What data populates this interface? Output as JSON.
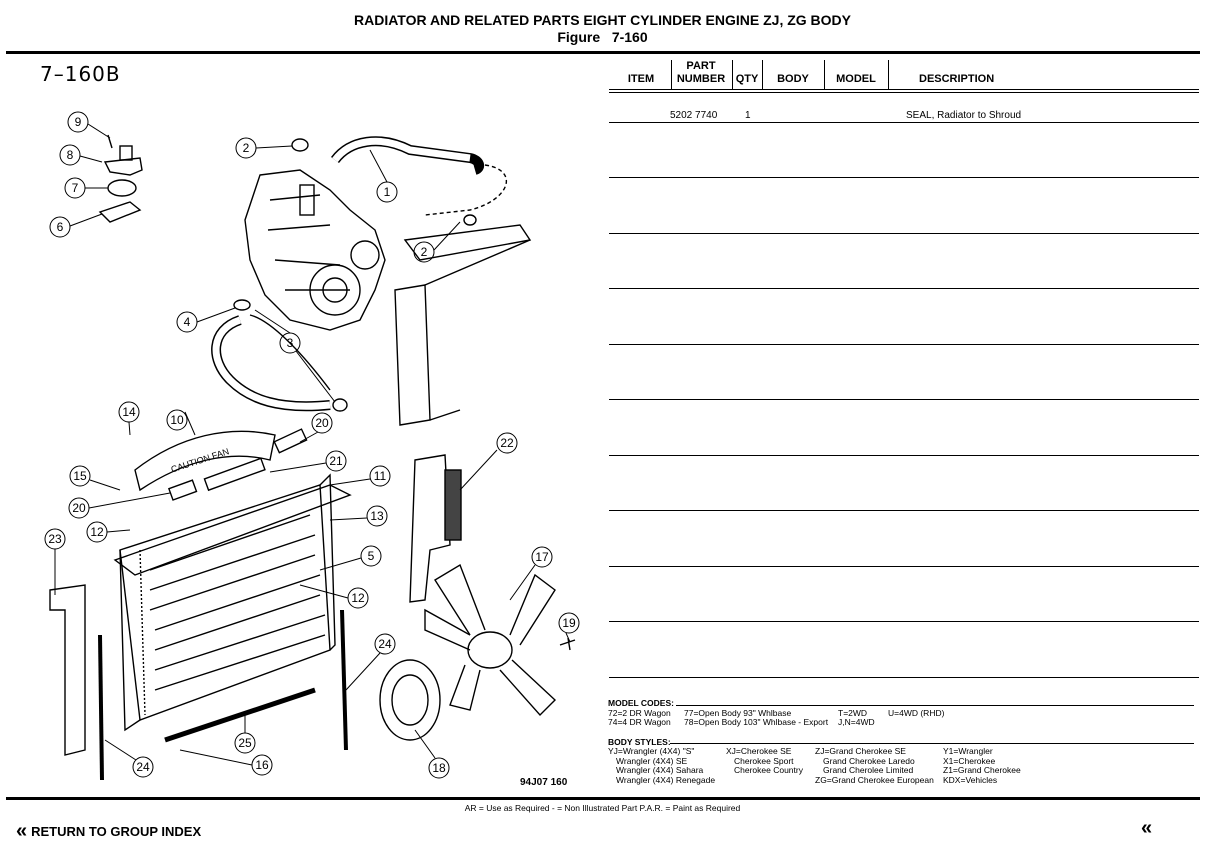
{
  "header": {
    "title": "RADIATOR AND RELATED PARTS EIGHT CYLINDER ENGINE ZJ, ZG BODY",
    "figure_prefix": "Figure",
    "figure_number": "7-160"
  },
  "diagram": {
    "figure_label": "7–160B",
    "drawing_code": "94J07  160",
    "callouts": [
      "9",
      "8",
      "7",
      "6",
      "2",
      "1",
      "2",
      "4",
      "3",
      "14",
      "10",
      "20",
      "21",
      "11",
      "15",
      "20",
      "12",
      "13",
      "5",
      "23",
      "12",
      "22",
      "17",
      "19",
      "24",
      "25",
      "16",
      "18",
      "24"
    ],
    "fan_label": "CAUTION FAN"
  },
  "table": {
    "headers": {
      "item": "ITEM",
      "part_number_top": "PART",
      "part_number_bottom": "NUMBER",
      "qty": "QTY",
      "body": "BODY",
      "model": "MODEL",
      "description": "DESCRIPTION"
    },
    "rows": [
      {
        "item": "",
        "part_number": "5202 7740",
        "qty": "1",
        "body": "",
        "model": "",
        "description": "SEAL, Radiator to Shroud"
      }
    ]
  },
  "model_codes": {
    "heading": "MODEL CODES:",
    "col1": [
      "72=2 DR Wagon",
      "74=4 DR Wagon"
    ],
    "col2": [
      "77=Open Body 93\" Whlbase",
      "78=Open Body 103\" Whlbase - Export"
    ],
    "col3": [
      "T=2WD",
      "J,N=4WD"
    ],
    "col4": [
      "U=4WD (RHD)"
    ]
  },
  "body_styles": {
    "heading": "BODY STYLES:",
    "col1": [
      "YJ=Wrangler (4X4) \"S\"",
      "Wrangler (4X4) SE",
      "Wrangler (4X4) Sahara",
      "Wrangler (4X4) Renegade"
    ],
    "col2": [
      "XJ=Cherokee SE",
      "Cherokee Sport",
      "Cherokee Country"
    ],
    "col3": [
      "ZJ=Grand Cherokee SE",
      "Grand Cherokee Laredo",
      "Grand Cherolee Limited",
      "ZG=Grand Cherokee European"
    ],
    "col4": [
      "Y1=Wrangler",
      "X1=Cherokee",
      "Z1=Grand Cherokee",
      "KDX=Vehicles"
    ]
  },
  "footer": {
    "note": "AR = Use as Required   - = Non Illustrated Part   P.A.R. = Paint as Required",
    "return_label": "RETURN TO GROUP INDEX",
    "chevron": "«"
  }
}
